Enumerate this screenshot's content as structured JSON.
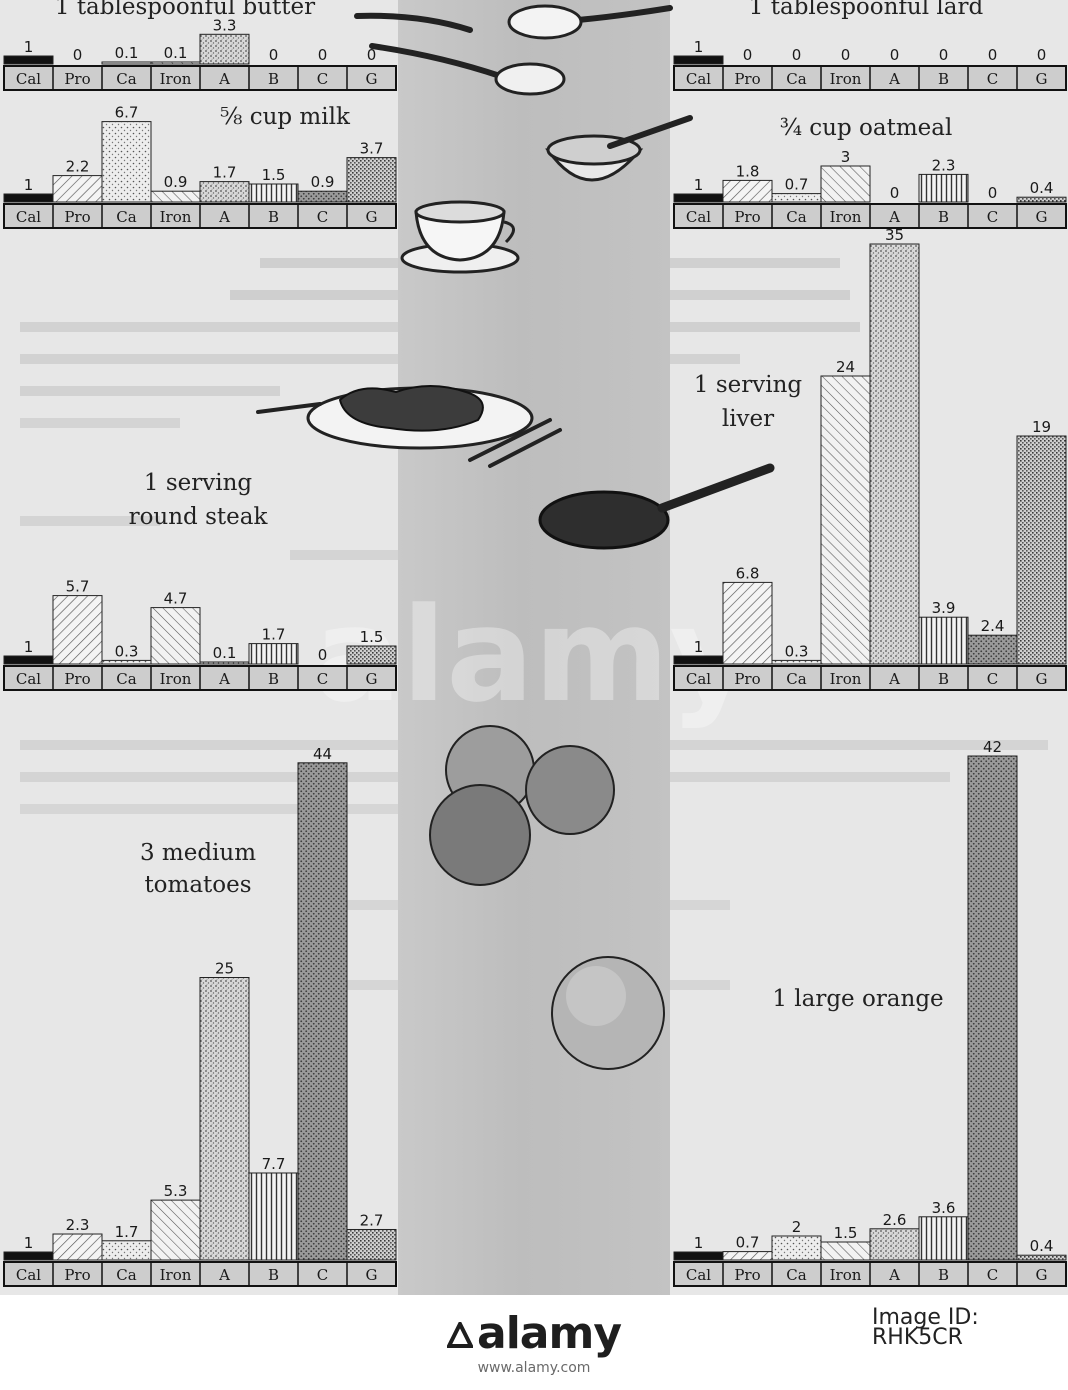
{
  "categories": [
    "Cal",
    "Pro",
    "Ca",
    "Iron",
    "A",
    "B",
    "C",
    "G"
  ],
  "watermark": "alamy",
  "footer": {
    "logo": "alamy",
    "image_id_label": "Image ID: RHK5CR",
    "url": "www.alamy.com"
  },
  "chart_data": [
    {
      "type": "bar",
      "title": "1 tablespoonful butter",
      "categories": [
        "Cal",
        "Pro",
        "Ca",
        "Iron",
        "A",
        "B",
        "C",
        "G"
      ],
      "values": [
        1,
        0,
        0.1,
        0.1,
        3.3,
        0,
        0,
        0
      ],
      "value_labels": [
        "1",
        "0",
        "0.1",
        "0.1",
        "3.3",
        "0",
        "0",
        "0"
      ]
    },
    {
      "type": "bar",
      "title": "1 tablespoonful lard",
      "categories": [
        "Cal",
        "Pro",
        "Ca",
        "Iron",
        "A",
        "B",
        "C",
        "G"
      ],
      "values": [
        1,
        0,
        0,
        0,
        0,
        0,
        0,
        0
      ],
      "value_labels": [
        "1",
        "0",
        "0",
        "0",
        "0",
        "0",
        "0",
        "0"
      ]
    },
    {
      "type": "bar",
      "title": "⅝ cup milk",
      "categories": [
        "Cal",
        "Pro",
        "Ca",
        "Iron",
        "A",
        "B",
        "C",
        "G"
      ],
      "values": [
        1,
        2.2,
        6.7,
        0.9,
        1.7,
        1.5,
        0.9,
        3.7
      ],
      "value_labels": [
        "1",
        "2.2",
        "6.7",
        "0.9",
        "1.7",
        "1.5",
        "0.9",
        "3.7"
      ]
    },
    {
      "type": "bar",
      "title": "¾ cup oatmeal",
      "categories": [
        "Cal",
        "Pro",
        "Ca",
        "Iron",
        "A",
        "B",
        "C",
        "G"
      ],
      "values": [
        1,
        1.8,
        0.7,
        3,
        0,
        2.3,
        0,
        0.4
      ],
      "value_labels": [
        "1",
        "1.8",
        "0.7",
        "3",
        "0",
        "2.3",
        "0",
        "0.4"
      ]
    },
    {
      "type": "bar",
      "title": "1 serving round steak",
      "categories": [
        "Cal",
        "Pro",
        "Ca",
        "Iron",
        "A",
        "B",
        "C",
        "G"
      ],
      "values": [
        1,
        5.7,
        0.3,
        4.7,
        0.1,
        1.7,
        0,
        1.5
      ],
      "value_labels": [
        "1",
        "5.7",
        "0.3",
        "4.7",
        "0.1",
        "1.7",
        "0",
        "1.5"
      ]
    },
    {
      "type": "bar",
      "title": "1 serving liver",
      "categories": [
        "Cal",
        "Pro",
        "Ca",
        "Iron",
        "A",
        "B",
        "C",
        "G"
      ],
      "values": [
        1,
        6.8,
        0.3,
        24,
        35,
        3.9,
        2.4,
        19
      ],
      "value_labels": [
        "1",
        "6.8",
        "0.3",
        "24",
        "35",
        "3.9",
        "2.4",
        "19"
      ]
    },
    {
      "type": "bar",
      "title": "3 medium tomatoes",
      "categories": [
        "Cal",
        "Pro",
        "Ca",
        "Iron",
        "A",
        "B",
        "C",
        "G"
      ],
      "values": [
        1,
        2.3,
        1.7,
        5.3,
        25,
        7.7,
        44,
        2.7
      ],
      "value_labels": [
        "1",
        "2.3",
        "1.7",
        "5.3",
        "25",
        "7.7",
        "44",
        "2.7"
      ]
    },
    {
      "type": "bar",
      "title": "1 large orange",
      "categories": [
        "Cal",
        "Pro",
        "Ca",
        "Iron",
        "A",
        "B",
        "C",
        "G"
      ],
      "values": [
        1,
        0.7,
        2,
        1.5,
        2.6,
        3.6,
        42,
        0.4
      ],
      "value_labels": [
        "1",
        "0.7",
        "2",
        "1.5",
        "2.6",
        "3.6",
        "42",
        "0.4"
      ]
    }
  ]
}
